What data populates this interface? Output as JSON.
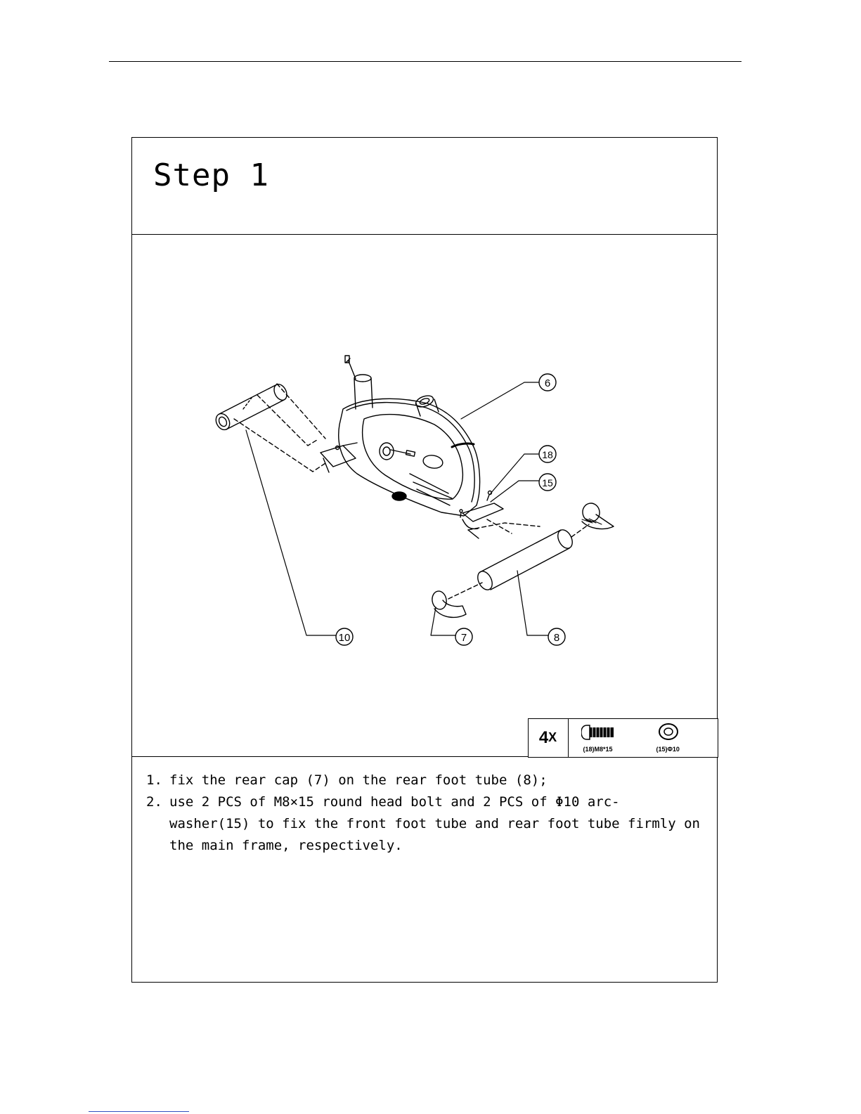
{
  "step": {
    "title": "Step 1"
  },
  "callouts": [
    {
      "id": "10",
      "label": "10"
    },
    {
      "id": "7",
      "label": "7"
    },
    {
      "id": "8",
      "label": "8"
    },
    {
      "id": "6",
      "label": "6"
    },
    {
      "id": "18",
      "label": "18"
    },
    {
      "id": "15",
      "label": "15"
    }
  ],
  "parts": {
    "quantity_number": "4",
    "quantity_suffix": "X",
    "items": [
      {
        "icon": "bolt-icon",
        "label": "(18)M8*15"
      },
      {
        "icon": "washer-icon",
        "label": "(15)Φ10"
      }
    ]
  },
  "instructions": [
    {
      "num": "1.",
      "text": "fix the rear cap (7) on the rear foot tube (8);"
    },
    {
      "num": "2.",
      "text": "use 2 PCS of M8×15 round head bolt and 2 PCS of Φ10 arc- washer(15) to fix the  front foot tube and rear foot tube firmly on the main frame, respectively."
    }
  ]
}
